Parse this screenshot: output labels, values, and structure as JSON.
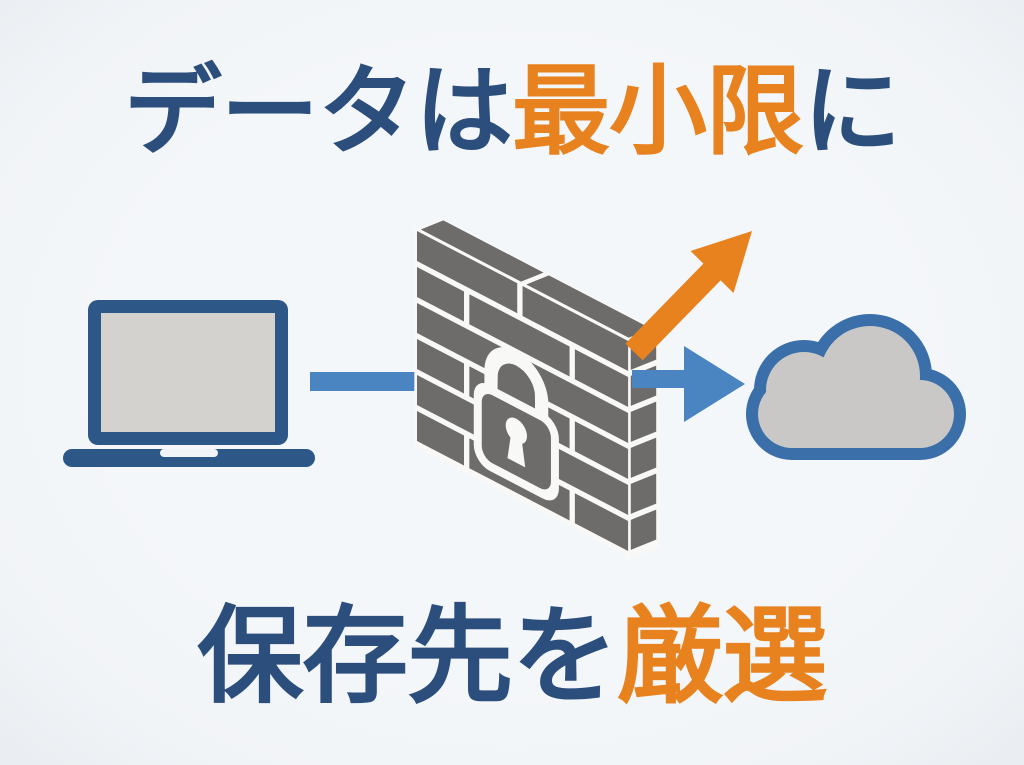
{
  "page": {
    "title_top": {
      "prefix": "データは",
      "highlight": "最小限",
      "suffix": "に"
    },
    "title_bottom": {
      "prefix": "保存先を",
      "highlight": "厳選",
      "suffix": ""
    }
  },
  "icons": {
    "laptop": "laptop-icon",
    "firewall": "firewall-brick-wall-icon",
    "padlock": "padlock-icon",
    "cloud": "cloud-icon",
    "blocked_flow": "orange-diagonal-arrow-icon",
    "allowed_flow": "blue-right-arrow-icon"
  },
  "colors": {
    "bg": "#f1f4f7",
    "title_blue": "#2b4e7c",
    "accent_orange": "#e8821f",
    "laptop_blue": "#2d5787",
    "screen_gray": "#d3d2cf",
    "arrow_blue": "#4a85c2",
    "wall_gray": "#6e6c6a",
    "mortar_white": "#f8f8f6",
    "cloud_outline": "#3a6fa9",
    "cloud_gray": "#c9c8c6"
  }
}
